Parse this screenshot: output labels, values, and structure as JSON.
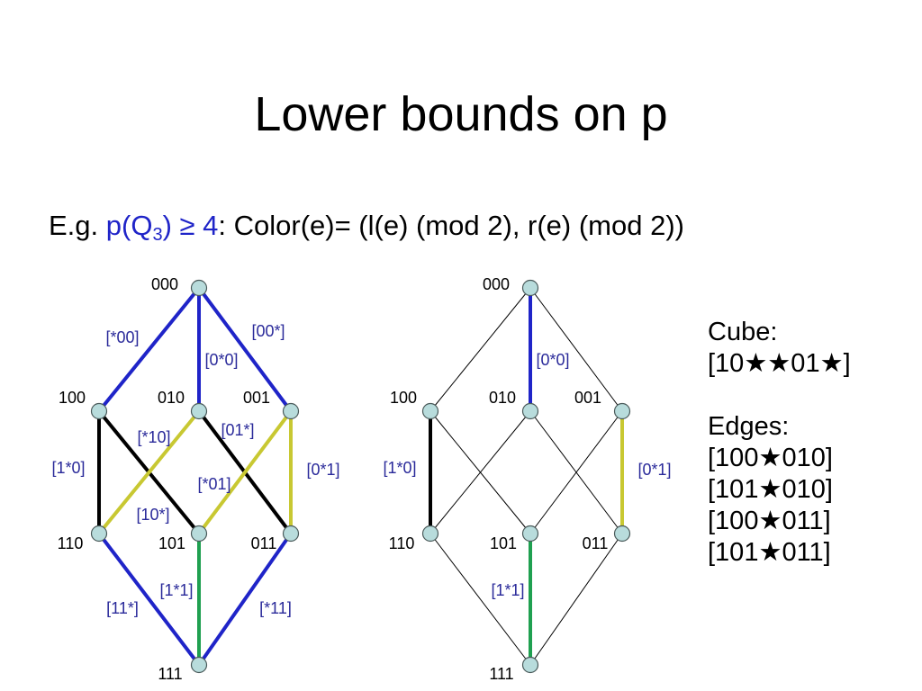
{
  "slide": {
    "title": "Lower bounds on p",
    "subtitle": {
      "prefix": "E.g. ",
      "highlight_main": "p(Q",
      "highlight_sub": "3",
      "highlight_rest": ") ≥ 4",
      "suffix": ": Color(e)= (l(e) (mod 2), r(e) (mod 2))"
    }
  },
  "side": {
    "cube_heading": "Cube:",
    "cube_value": "[10★★01★]",
    "edges_heading": "Edges:",
    "edges": [
      "[100★010]",
      "[101★010]",
      "[100★011]",
      "[101★011]"
    ]
  },
  "colors": {
    "blue": "#1f24c8",
    "black": "#000000",
    "yellow": "#c8c832",
    "green": "#1fa050",
    "thin": "#000000",
    "node_fill": "#b8dcdc",
    "label_blue": "#2a2a9a"
  },
  "diagrams": [
    {
      "id": "left",
      "nodes": [
        "000",
        "100",
        "010",
        "001",
        "110",
        "101",
        "011",
        "111"
      ],
      "edges": [
        {
          "from": "000",
          "to": "100",
          "color": "blue",
          "label": "[*00]"
        },
        {
          "from": "000",
          "to": "010",
          "color": "blue",
          "label": "[0*0]"
        },
        {
          "from": "000",
          "to": "001",
          "color": "blue",
          "label": "[00*]"
        },
        {
          "from": "100",
          "to": "110",
          "color": "black",
          "label": "[1*0]"
        },
        {
          "from": "100",
          "to": "101",
          "color": "black",
          "label": "[10*]"
        },
        {
          "from": "010",
          "to": "110",
          "color": "yellow",
          "label": "[*10]"
        },
        {
          "from": "010",
          "to": "011",
          "color": "black",
          "label": "[01*]"
        },
        {
          "from": "001",
          "to": "101",
          "color": "yellow",
          "label": "[*01]"
        },
        {
          "from": "001",
          "to": "011",
          "color": "yellow",
          "label": "[0*1]"
        },
        {
          "from": "110",
          "to": "111",
          "color": "blue",
          "label": "[11*]"
        },
        {
          "from": "101",
          "to": "111",
          "color": "green",
          "label": "[1*1]"
        },
        {
          "from": "011",
          "to": "111",
          "color": "blue",
          "label": "[*11]"
        }
      ]
    },
    {
      "id": "right",
      "nodes": [
        "000",
        "100",
        "010",
        "001",
        "110",
        "101",
        "011",
        "111"
      ],
      "edges": [
        {
          "from": "000",
          "to": "100",
          "color": "thin",
          "label": ""
        },
        {
          "from": "000",
          "to": "010",
          "color": "blue",
          "label": "[0*0]"
        },
        {
          "from": "000",
          "to": "001",
          "color": "thin",
          "label": ""
        },
        {
          "from": "100",
          "to": "110",
          "color": "black",
          "label": "[1*0]"
        },
        {
          "from": "100",
          "to": "101",
          "color": "thin",
          "label": ""
        },
        {
          "from": "010",
          "to": "110",
          "color": "thin",
          "label": ""
        },
        {
          "from": "010",
          "to": "011",
          "color": "thin",
          "label": ""
        },
        {
          "from": "001",
          "to": "101",
          "color": "thin",
          "label": ""
        },
        {
          "from": "001",
          "to": "011",
          "color": "yellow",
          "label": "[0*1]"
        },
        {
          "from": "110",
          "to": "111",
          "color": "thin",
          "label": ""
        },
        {
          "from": "101",
          "to": "111",
          "color": "green",
          "label": "[1*1]"
        },
        {
          "from": "011",
          "to": "111",
          "color": "thin",
          "label": ""
        }
      ]
    }
  ]
}
